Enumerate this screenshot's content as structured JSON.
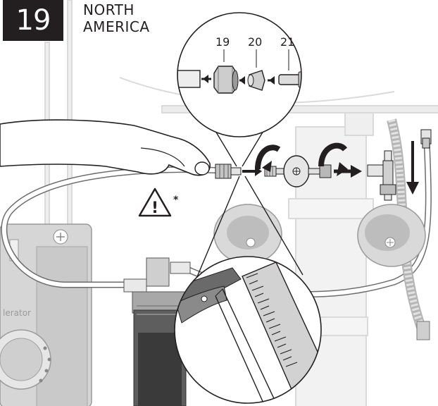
{
  "step": {
    "number": "19"
  },
  "region": {
    "line1": "NORTH",
    "line2": "AMERICA"
  },
  "parts": [
    {
      "label": "19"
    },
    {
      "label": "20"
    },
    {
      "label": "21"
    }
  ],
  "warning": {
    "symbol": "!",
    "asterisk": "*"
  },
  "brand": {
    "text": "lerator"
  },
  "colors": {
    "ink": "#231f20",
    "light_grey": "#e6e6e6",
    "mid_grey": "#bcbcbc",
    "dark_grey": "#6d6d6d",
    "white": "#ffffff"
  }
}
